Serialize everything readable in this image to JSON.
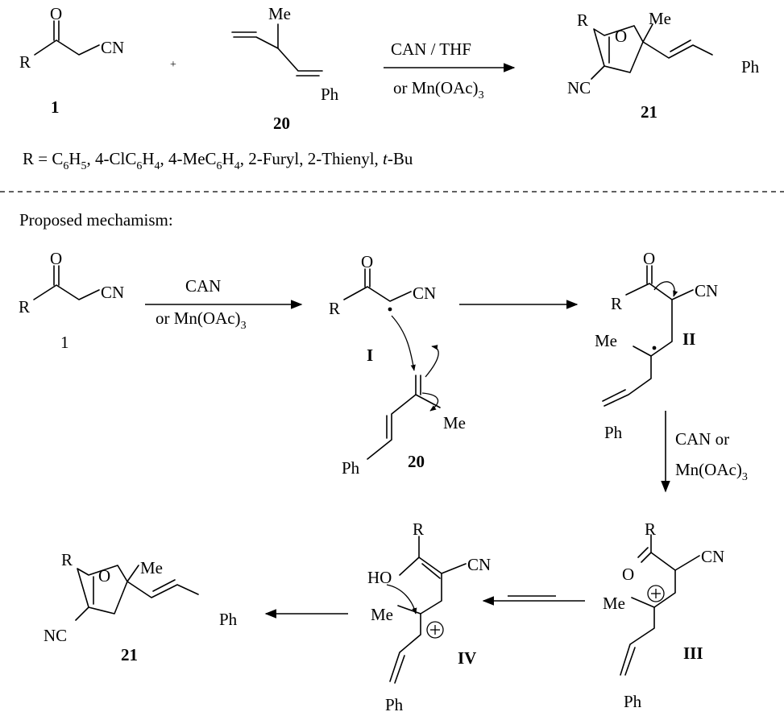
{
  "labels": {
    "me": "Me",
    "cn": "CN",
    "nc": "NC",
    "ph": "Ph",
    "r": "R",
    "o": "O",
    "ho": "HO",
    "plus": "+"
  },
  "compounds": {
    "ketonitrile": "1",
    "diene": "20",
    "product": "21",
    "intermediate_1": "I",
    "intermediate_2": "II",
    "intermediate_3": "III",
    "intermediate_4": "IV"
  },
  "reagents": {
    "main_top": "CAN / THF",
    "main_bottom": "or Mn(OAc)",
    "main_bottom_sub": "3",
    "step1_top": "CAN",
    "step1_bottom": "or Mn(OAc)",
    "step1_bottom_sub": "3",
    "oxidation_top": "CAN or",
    "oxidation_bottom": "Mn(OAc)",
    "oxidation_bottom_sub": "3"
  },
  "substituents": {
    "prefix": "R = C",
    "parts": [
      "6",
      "H",
      "5",
      ", 4-ClC",
      "6",
      "H",
      "4",
      ", 4-MeC",
      "6",
      "H",
      "4",
      ", 2-Furyl, 2-Thienyl, ",
      "t",
      "-Bu"
    ]
  },
  "mechanism_title": "Proposed mechamism:"
}
